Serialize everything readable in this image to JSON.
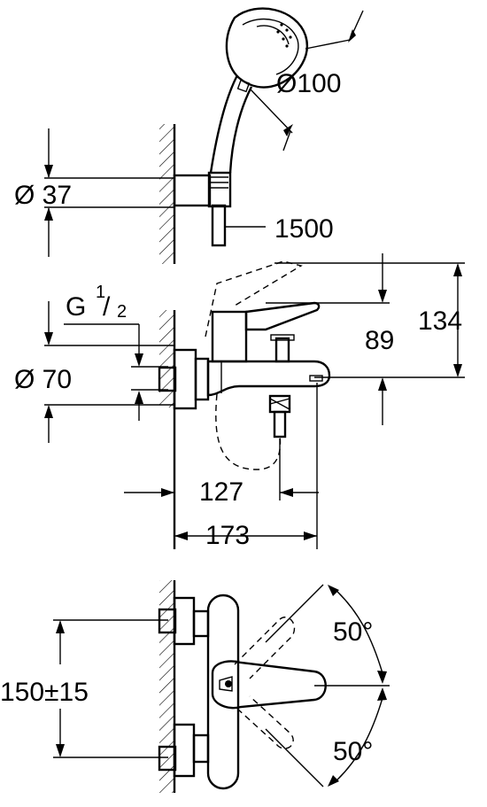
{
  "view_top": {
    "diameter_showerhead": "Ø100",
    "diameter_holder": "Ø 37",
    "hose_length": "1500"
  },
  "view_side": {
    "thread_prefix": "G",
    "thread_num": "1",
    "thread_den": "2",
    "diameter_rosette": "Ø 70",
    "height_lever": "89",
    "height_total": "134",
    "depth_spout": "127",
    "depth_total": "173"
  },
  "view_front": {
    "center_distance": "150±15",
    "angle_up": "50°",
    "angle_down": "50°"
  }
}
